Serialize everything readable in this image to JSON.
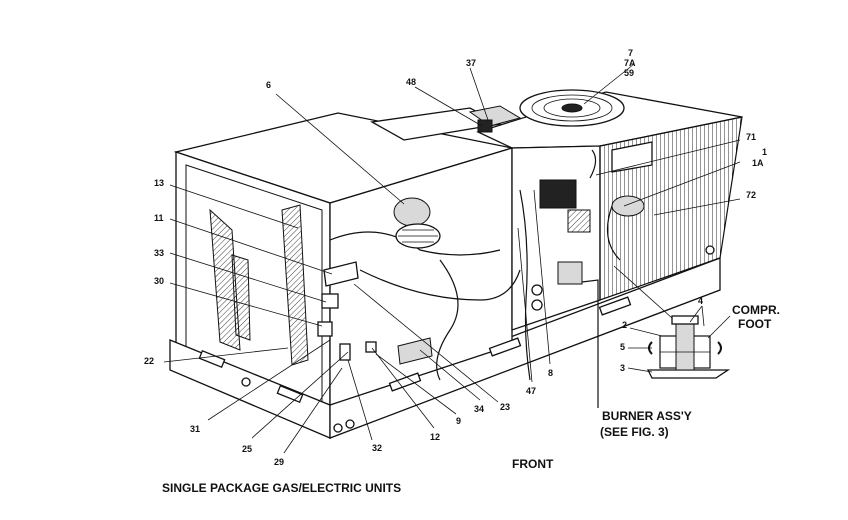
{
  "figure": {
    "title": "SINGLE PACKAGE GAS/ELECTRIC UNITS",
    "front_label": "FRONT",
    "burner_callout": [
      "BURNER ASS'Y",
      "(SEE FIG. 3)"
    ],
    "compressor_foot_callout": [
      "COMPR.",
      "FOOT"
    ]
  },
  "part_numbers": {
    "p6": "6",
    "p7": "7",
    "p7a": "7A",
    "p59": "59",
    "p37": "37",
    "p48": "48",
    "p71": "71",
    "p1": "1",
    "p1a": "1A",
    "p72": "72",
    "p13": "13",
    "p11": "11",
    "p33": "33",
    "p30": "30",
    "p22": "22",
    "p31": "31",
    "p25": "25",
    "p29": "29",
    "p32": "32",
    "p12": "12",
    "p9": "9",
    "p34": "34",
    "p23": "23",
    "p47": "47",
    "p8": "8",
    "p2": "2",
    "p5": "5",
    "p3": "3",
    "p4": "4"
  }
}
